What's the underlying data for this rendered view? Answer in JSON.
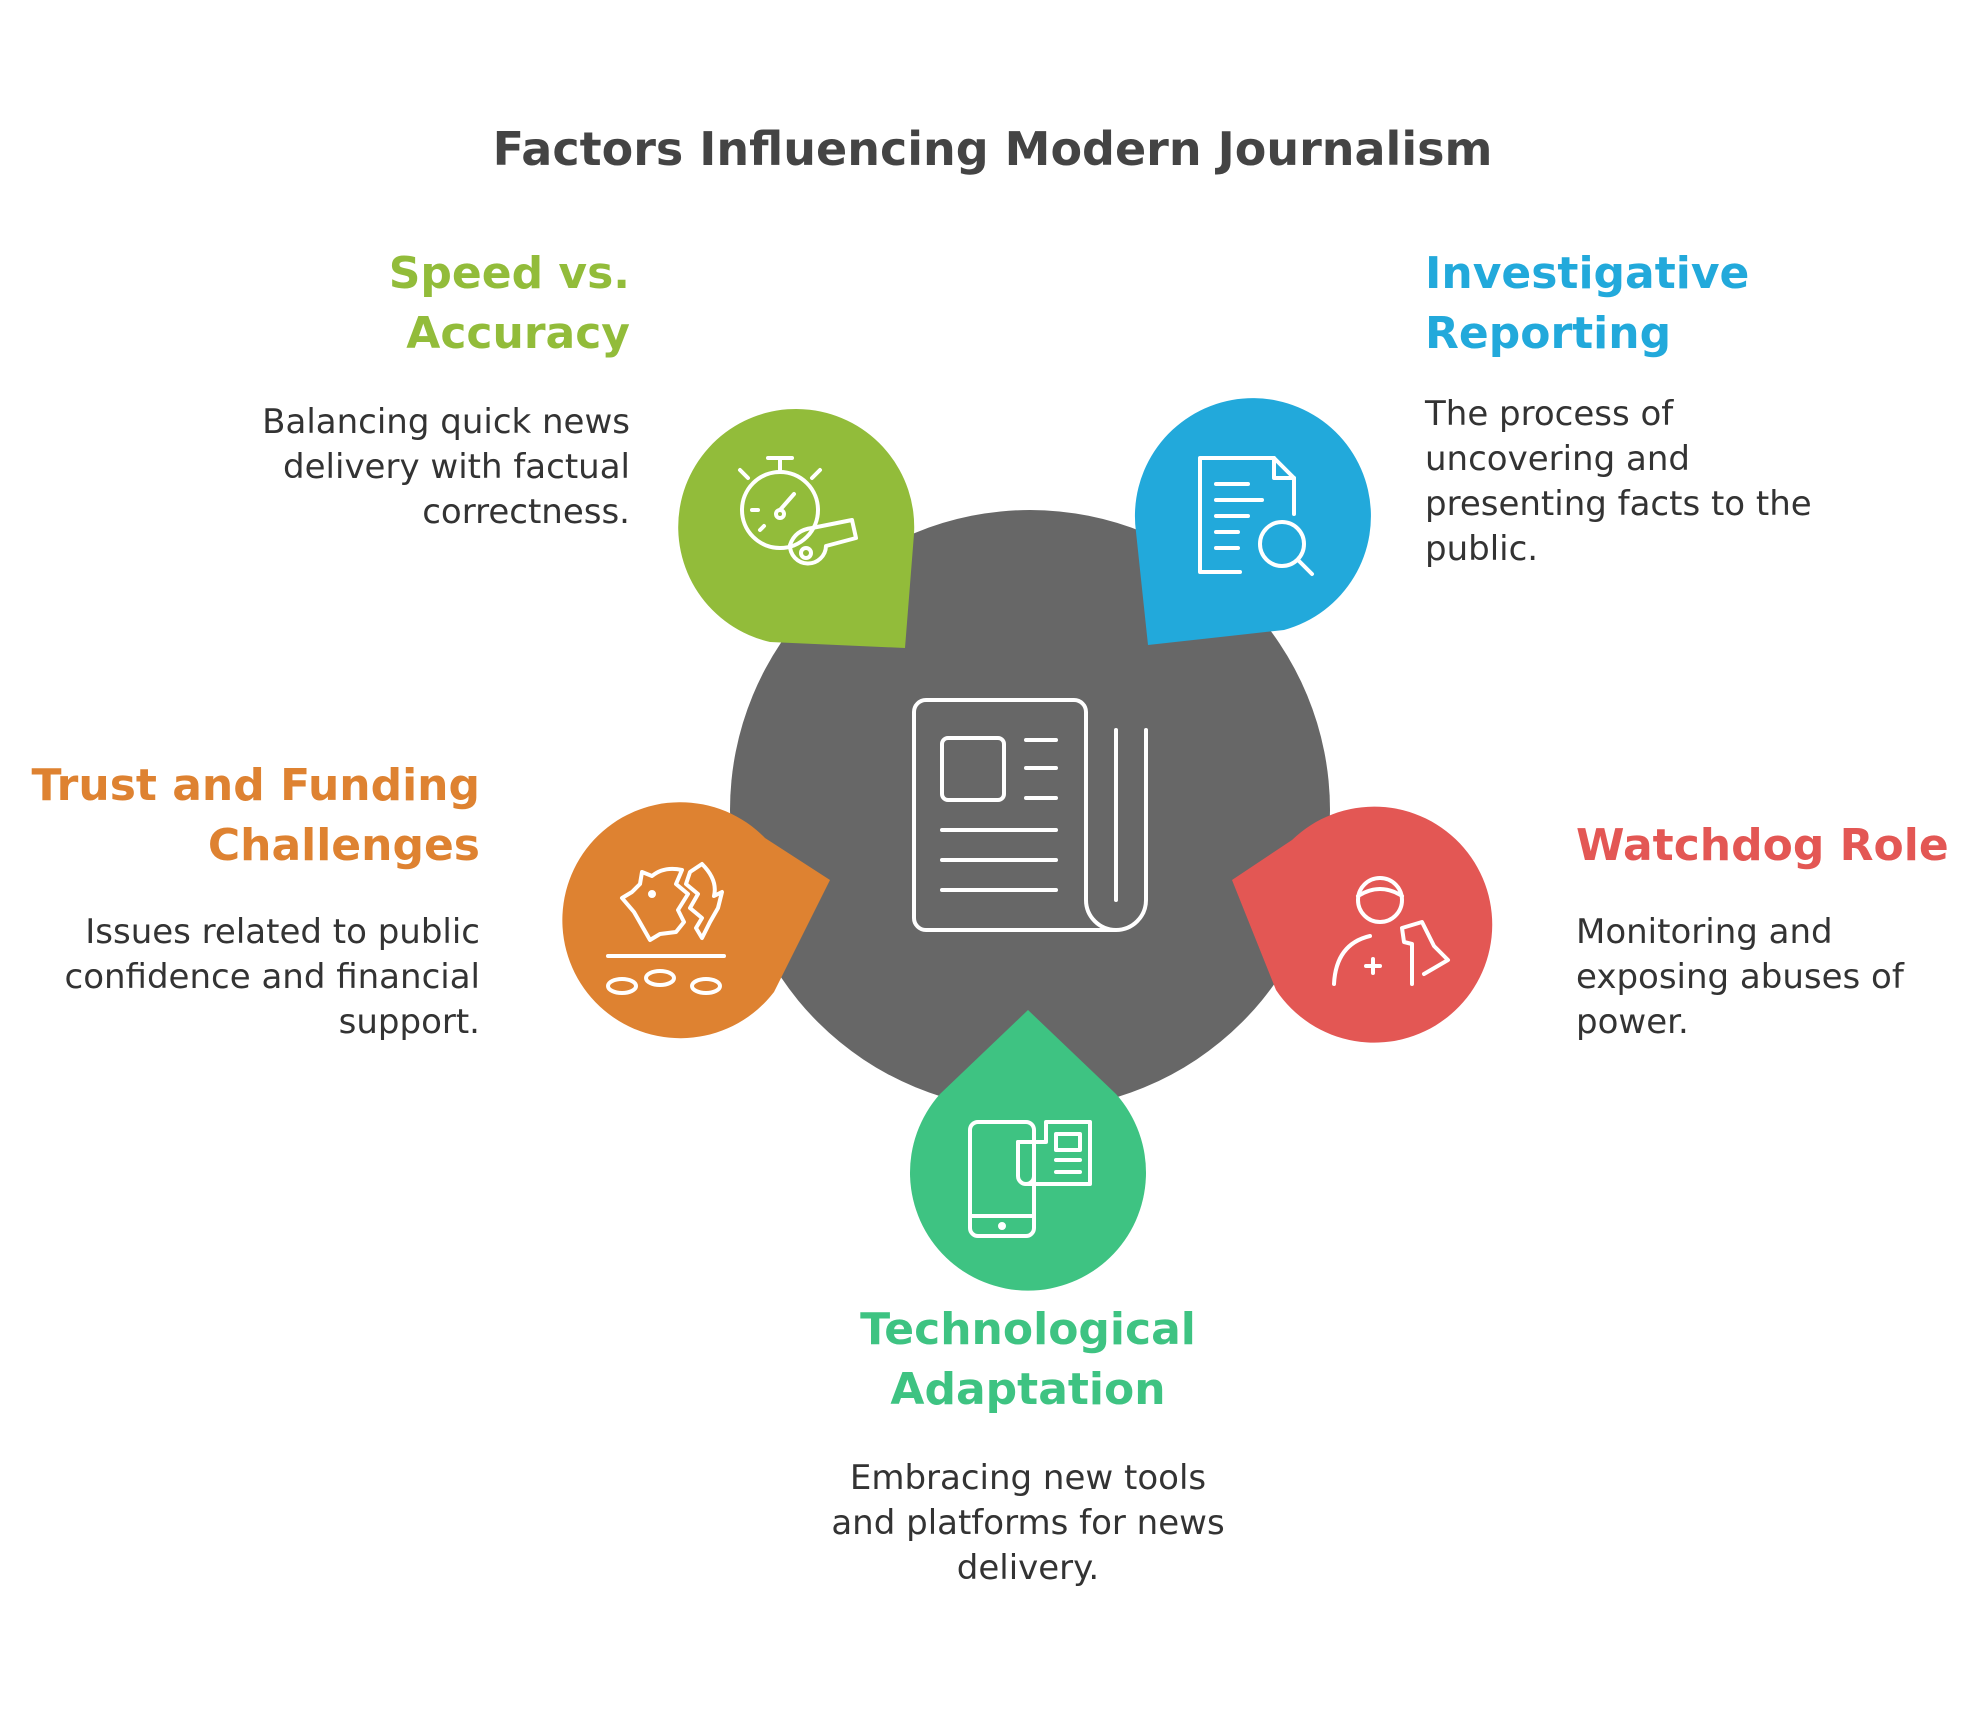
{
  "title": "Factors Influencing Modern Journalism",
  "colors": {
    "hub": "#676767",
    "speed": "#92BC3A",
    "investigative": "#22A9DB",
    "watchdog": "#E35754",
    "technological": "#3EC382",
    "trust": "#DE8231",
    "icon_stroke": "#ffffff"
  },
  "center_icon": "newspaper-icon",
  "items": [
    {
      "id": "speed",
      "heading_lines": [
        "Speed vs.",
        "Accuracy"
      ],
      "desc_lines": [
        "Balancing quick news",
        "delivery with factual",
        "correctness."
      ],
      "icon": "stopwatch-whistle-icon"
    },
    {
      "id": "investigative",
      "heading_lines": [
        "Investigative",
        "Reporting"
      ],
      "desc_lines": [
        "The process of",
        "uncovering and",
        "presenting facts to the",
        "public."
      ],
      "icon": "document-search-icon"
    },
    {
      "id": "watchdog",
      "heading_lines": [
        "Watchdog Role"
      ],
      "desc_lines": [
        "Monitoring and",
        "exposing abuses of",
        "power."
      ],
      "icon": "inspector-flag-icon"
    },
    {
      "id": "technological",
      "heading_lines": [
        "Technological",
        "Adaptation"
      ],
      "desc_lines": [
        "Embracing new tools",
        "and platforms for news",
        "delivery."
      ],
      "icon": "mobile-news-icon"
    },
    {
      "id": "trust",
      "heading_lines": [
        "Trust and Funding",
        "Challenges"
      ],
      "desc_lines": [
        "Issues related to public",
        "confidence and financial",
        "support."
      ],
      "icon": "broken-piggy-bank-icon"
    }
  ]
}
